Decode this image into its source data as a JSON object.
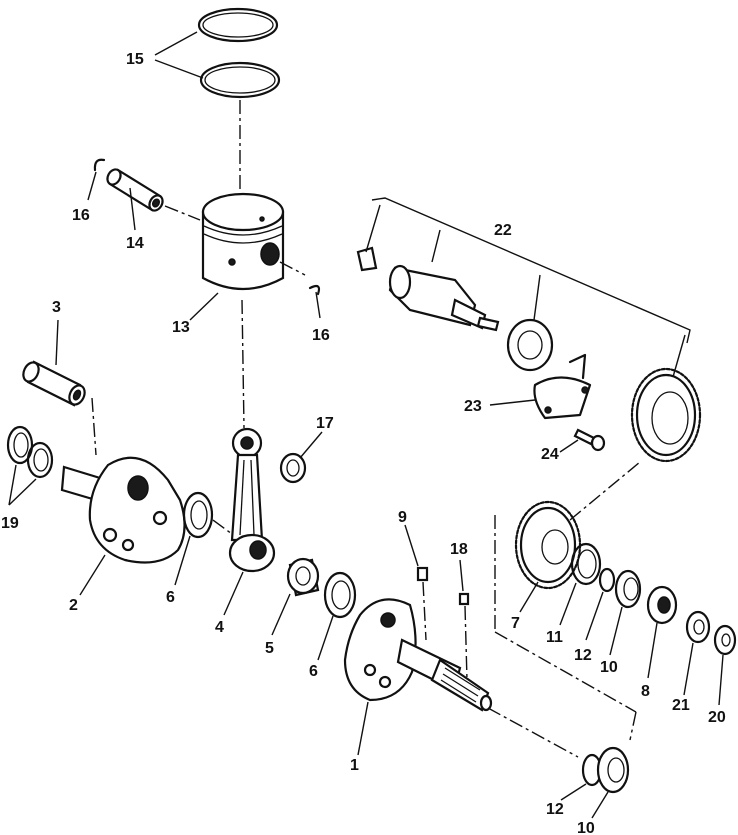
{
  "callouts": [
    {
      "id": "c15",
      "text": "15"
    },
    {
      "id": "c16a",
      "text": "16"
    },
    {
      "id": "c14",
      "text": "14"
    },
    {
      "id": "c13",
      "text": "13"
    },
    {
      "id": "c16b",
      "text": "16"
    },
    {
      "id": "c22",
      "text": "22"
    },
    {
      "id": "c3",
      "text": "3"
    },
    {
      "id": "c17",
      "text": "17"
    },
    {
      "id": "c23",
      "text": "23"
    },
    {
      "id": "c24",
      "text": "24"
    },
    {
      "id": "c19",
      "text": "19"
    },
    {
      "id": "c2",
      "text": "2"
    },
    {
      "id": "c6a",
      "text": "6"
    },
    {
      "id": "c4",
      "text": "4"
    },
    {
      "id": "c5",
      "text": "5"
    },
    {
      "id": "c6b",
      "text": "6"
    },
    {
      "id": "c9",
      "text": "9"
    },
    {
      "id": "c18",
      "text": "18"
    },
    {
      "id": "c7",
      "text": "7"
    },
    {
      "id": "c11",
      "text": "11"
    },
    {
      "id": "c12a",
      "text": "12"
    },
    {
      "id": "c10a",
      "text": "10"
    },
    {
      "id": "c8",
      "text": "8"
    },
    {
      "id": "c21",
      "text": "21"
    },
    {
      "id": "c20",
      "text": "20"
    },
    {
      "id": "c1",
      "text": "1"
    },
    {
      "id": "c12b",
      "text": "12"
    },
    {
      "id": "c10b",
      "text": "10"
    }
  ]
}
